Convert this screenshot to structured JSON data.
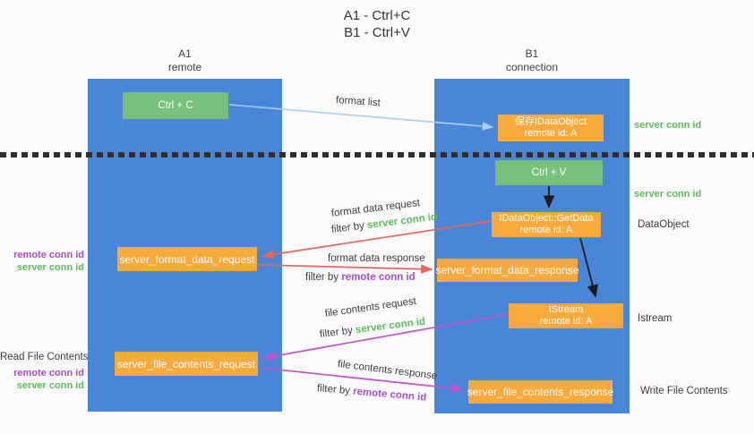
{
  "title": {
    "line1": "A1 - Ctrl+C",
    "line2": "B1 - Ctrl+V"
  },
  "columns": {
    "left": {
      "name": "A1",
      "subtitle": "remote"
    },
    "right": {
      "name": "B1",
      "subtitle": "connection"
    }
  },
  "nodes": {
    "ctrl_c": {
      "label": "Ctrl + C"
    },
    "ctrl_v": {
      "label": "Ctrl + V"
    },
    "save_dataobject": {
      "line1": "保存IDataObject",
      "line2": "remote id: A"
    },
    "getdata": {
      "line1": "IDataObject::GetData",
      "line2": "remote id: A"
    },
    "istream": {
      "line1": "IStream",
      "line2": "remote id: A"
    },
    "format_request": {
      "label": "server_format_data_request"
    },
    "format_response": {
      "label": "server_format_data_response"
    },
    "file_request": {
      "label": "server_file_contents_request"
    },
    "file_response": {
      "label": "server_file_contents_response"
    }
  },
  "edges": {
    "format_list": "format list",
    "format_data_request": "format data request",
    "format_data_response": "format data response",
    "file_contents_request": "file contents request",
    "file_contents_response": "file contents response",
    "filter_by": "filter by",
    "server_conn_id": "server conn id",
    "remote_conn_id": "remote conn id"
  },
  "side_labels": {
    "left": {
      "remote_conn_id_1": "remote conn id",
      "server_conn_id_1": "server conn id",
      "read_file_contents": "Read File Contents",
      "remote_conn_id_2": "remote conn id",
      "server_conn_id_2": "server conn id"
    },
    "right": {
      "server_conn_id_1": "server conn id",
      "server_conn_id_2": "server conn id",
      "dataobject": "DataObject",
      "istream": "Istream",
      "write_file_contents": "Write File Contents"
    }
  },
  "colors": {
    "column_blue": "#4a86d8",
    "node_green": "#77c07d",
    "node_orange": "#f8aa3d",
    "accent_green": "#5cbc5c",
    "accent_purple": "#a54fc8",
    "arrow_red": "#e8645c",
    "arrow_magenta": "#c254ca",
    "arrow_light_blue": "#a9cdf1",
    "arrow_black": "#1a1a1a"
  }
}
